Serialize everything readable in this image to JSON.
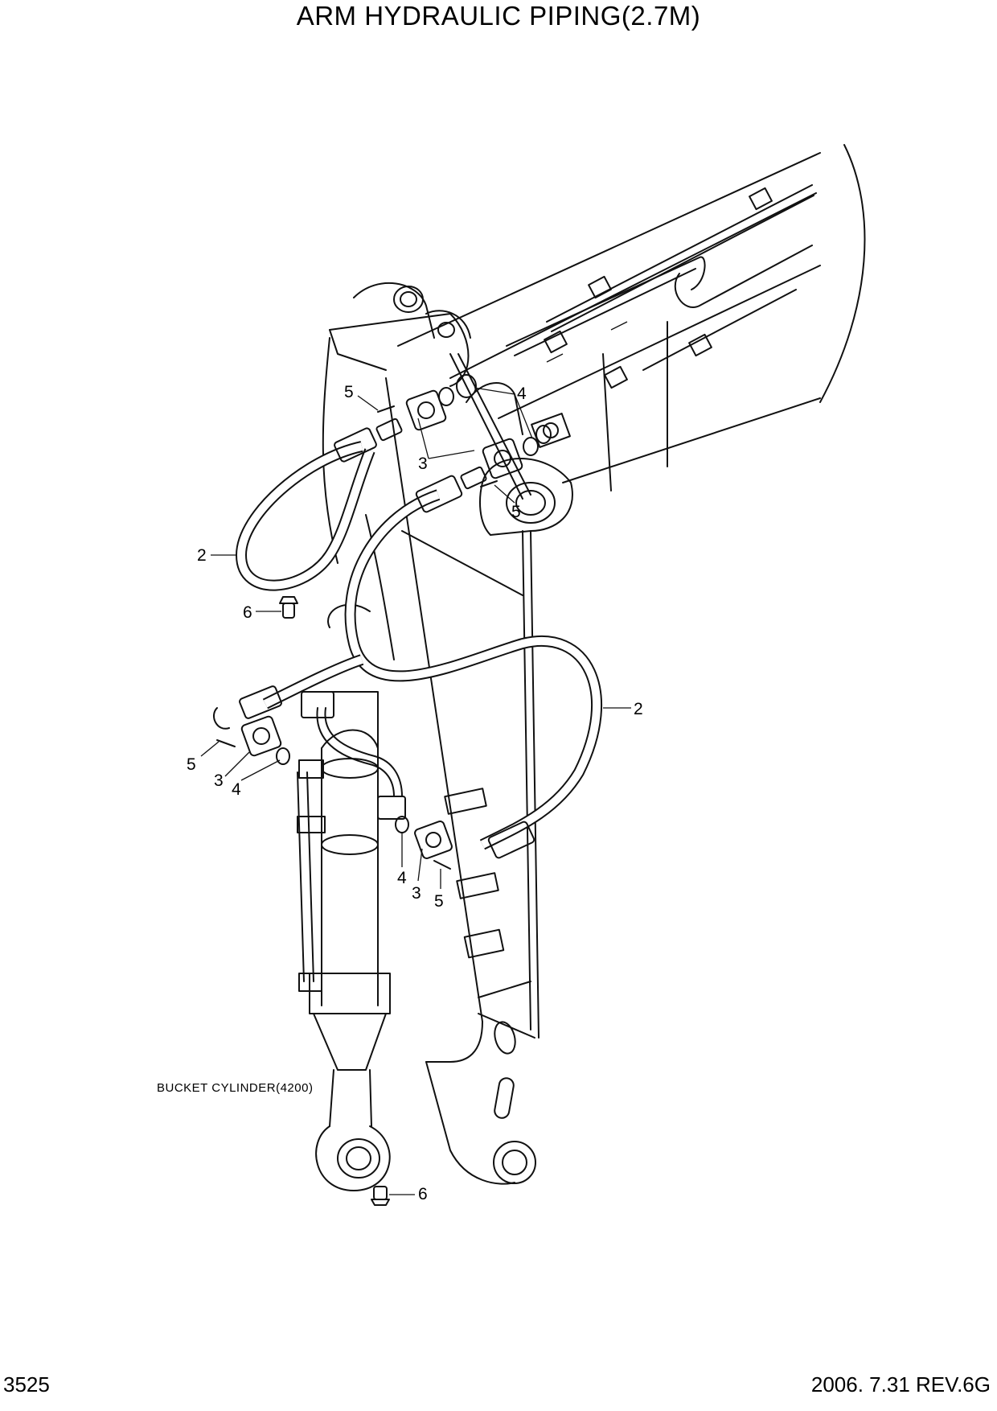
{
  "header": {
    "title": "ARM HYDRAULIC PIPING(2.7M)"
  },
  "footer": {
    "page_number": "3525",
    "date_revision": "2006. 7.31  REV.6G"
  },
  "diagram": {
    "callouts": [
      {
        "id": "c2-left",
        "label": "2"
      },
      {
        "id": "c2-right",
        "label": "2"
      },
      {
        "id": "c3-top",
        "label": "3"
      },
      {
        "id": "c3-left",
        "label": "3"
      },
      {
        "id": "c3-mid",
        "label": "3"
      },
      {
        "id": "c4-top",
        "label": "4"
      },
      {
        "id": "c4-left",
        "label": "4"
      },
      {
        "id": "c4-mid",
        "label": "4"
      },
      {
        "id": "c5-top",
        "label": "5"
      },
      {
        "id": "c5-right",
        "label": "5"
      },
      {
        "id": "c5-left",
        "label": "5"
      },
      {
        "id": "c5-mid",
        "label": "5"
      },
      {
        "id": "c6-top",
        "label": "6"
      },
      {
        "id": "c6-bottom",
        "label": "6"
      }
    ],
    "component_label": "BUCKET CYLINDER(4200)"
  }
}
